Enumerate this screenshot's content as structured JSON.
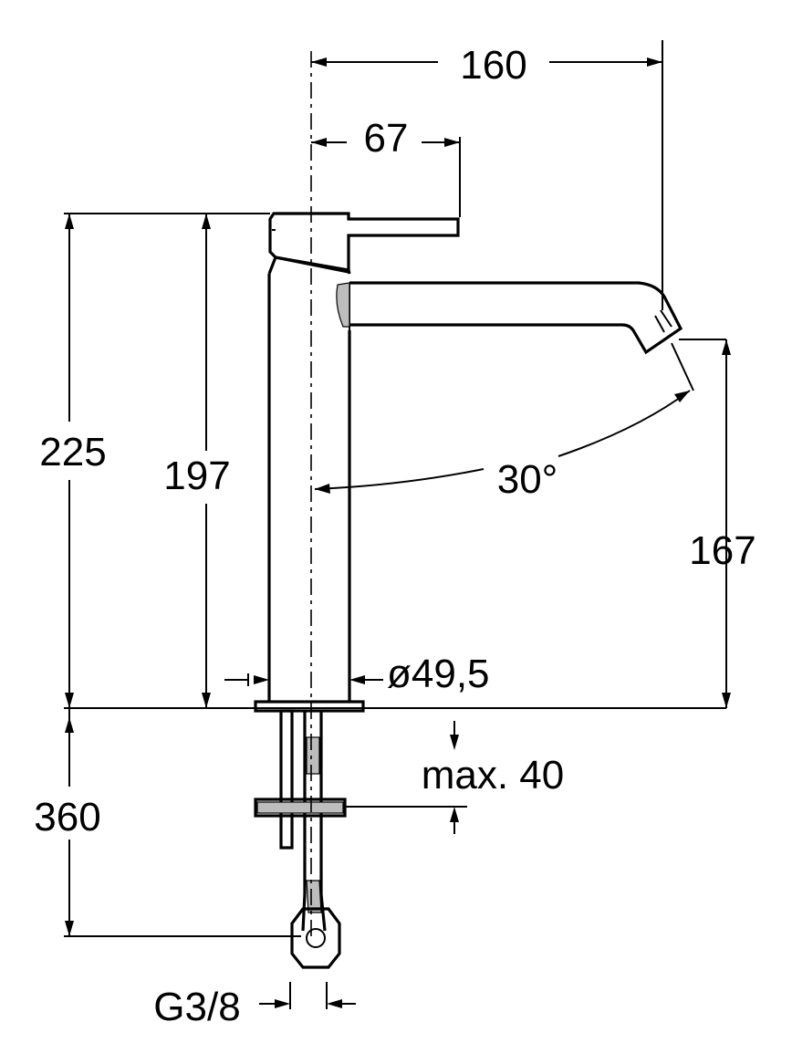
{
  "dimensions": {
    "spout_reach": "160",
    "handle_reach": "67",
    "total_height": "225",
    "body_height": "197",
    "spout_height": "167",
    "spout_angle": "30°",
    "body_diameter": "ø49,5",
    "max_counter_thickness": "max. 40",
    "hose_length": "360",
    "connection_thread": "G3/8"
  }
}
